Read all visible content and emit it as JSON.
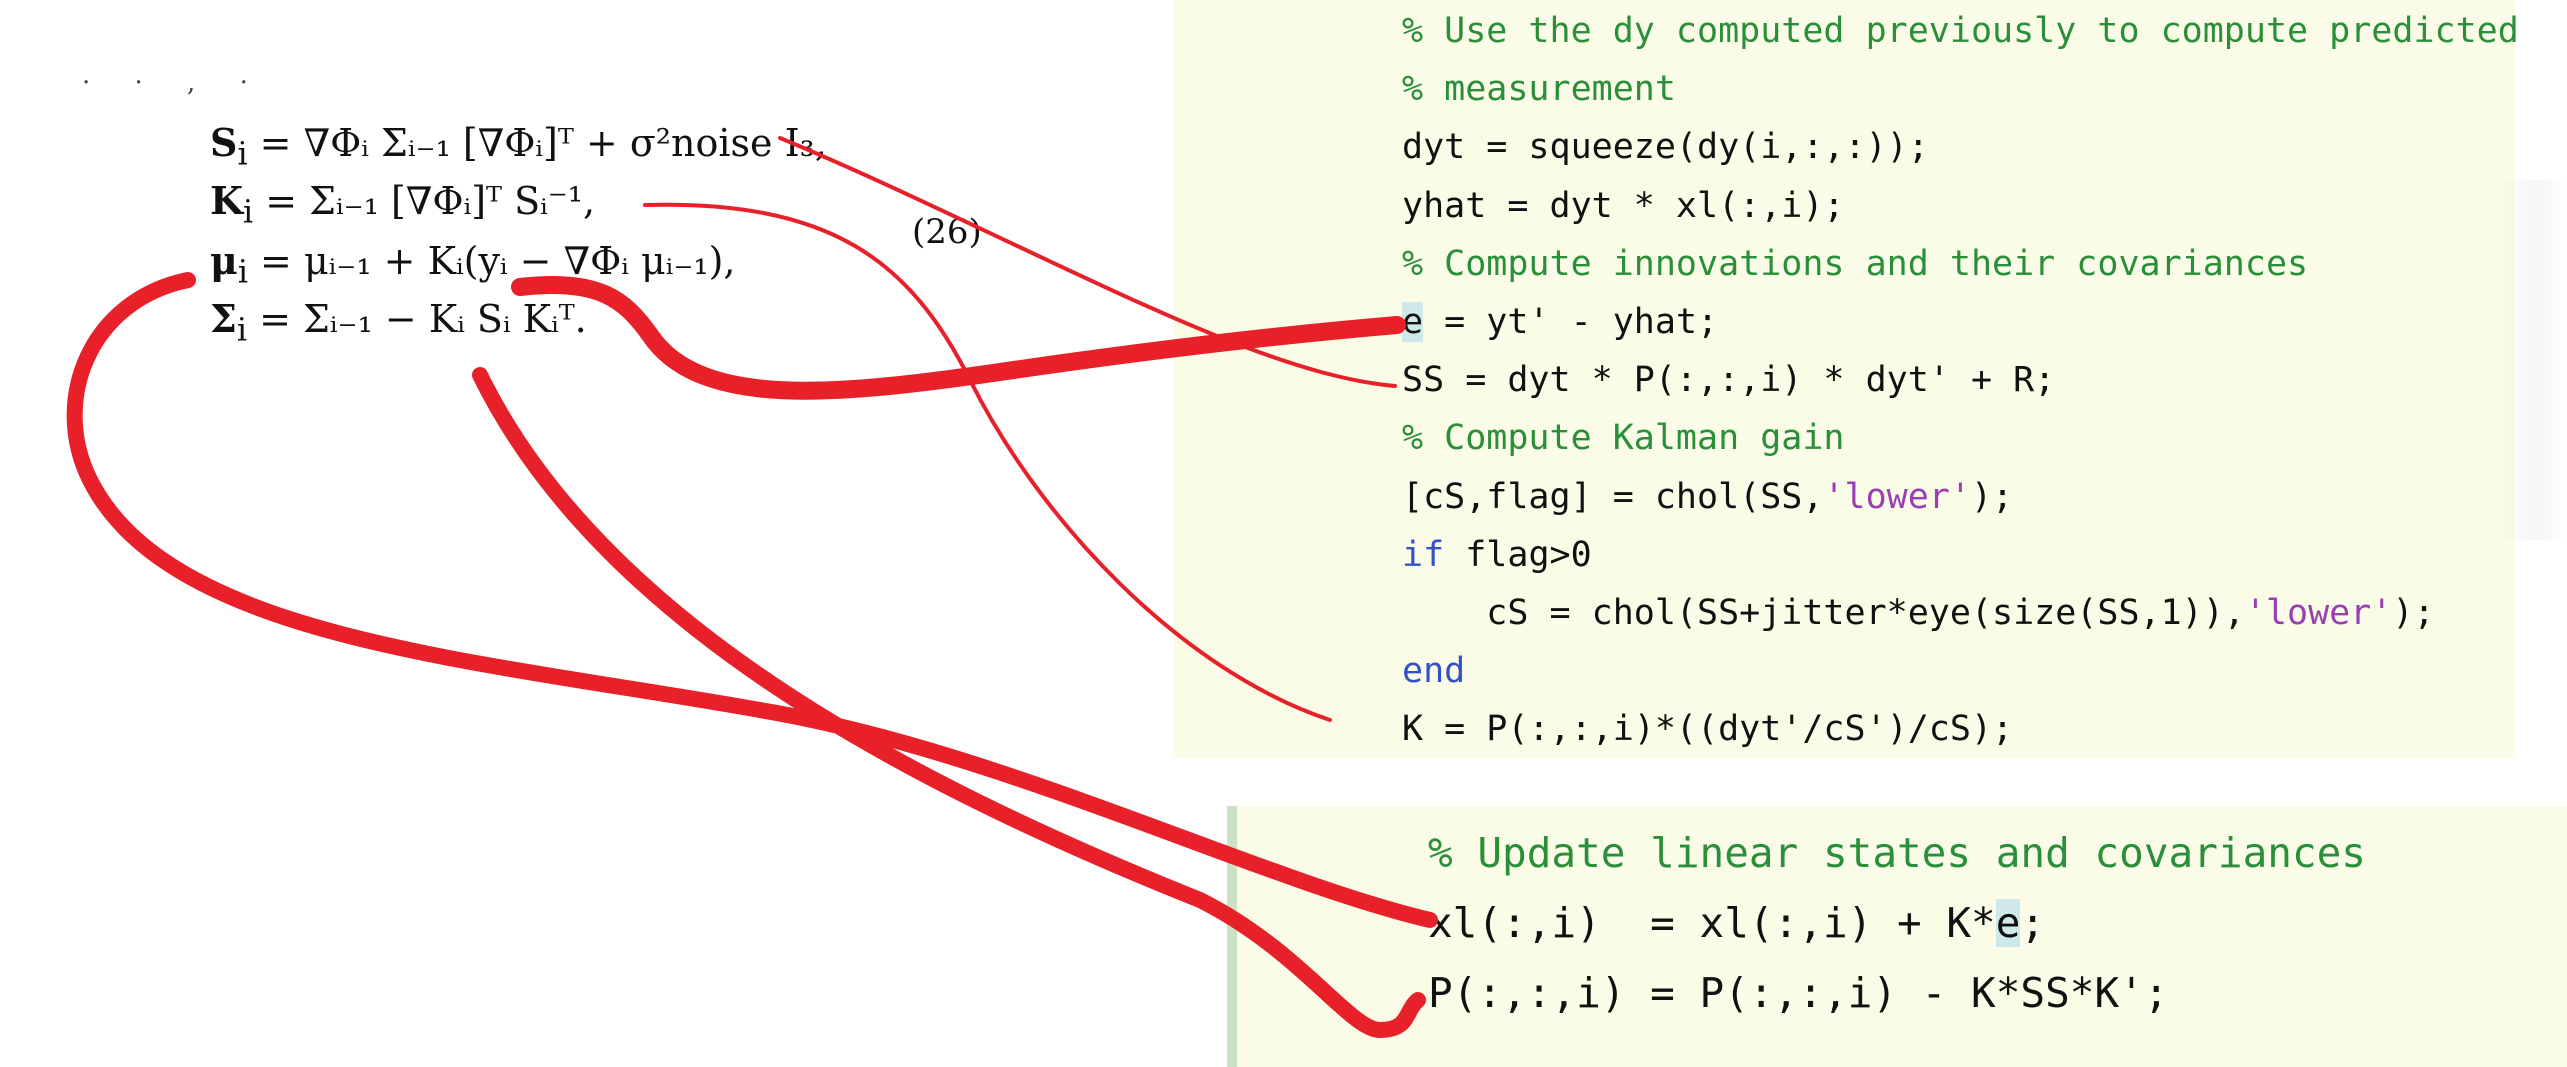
{
  "equations": {
    "number": "(26)",
    "lines": [
      {
        "lhs": "S",
        "sub": "i",
        "rhs": "= ∇Φᵢ Σᵢ₋₁ [∇Φᵢ]ᵀ + σ²noise I₃,"
      },
      {
        "lhs": "K",
        "sub": "i",
        "rhs": "= Σᵢ₋₁ [∇Φᵢ]ᵀ Sᵢ⁻¹,"
      },
      {
        "lhs": "μ",
        "sub": "i",
        "rhs": "= μᵢ₋₁ + Kᵢ(yᵢ − ∇Φᵢ μᵢ₋₁),"
      },
      {
        "lhs": "Σ",
        "sub": "i",
        "rhs": "= Σᵢ₋₁ − Kᵢ Sᵢ Kᵢᵀ."
      }
    ]
  },
  "code_panel_1": {
    "line_1": "% Use the dy computed previously to compute predicted",
    "line_2": "% measurement",
    "line_3": "dyt = squeeze(dy(i,:,:));",
    "line_4": "yhat = dyt * xl(:,i);",
    "line_5": "% Compute innovations and their covariances",
    "line_6_hl": "e",
    "line_6_rest": " = yt' - yhat;",
    "line_7": "SS = dyt * P(:,:,i) * dyt' + R;",
    "line_8": "% Compute Kalman gain",
    "line_9_a": "[cS,flag] = chol(SS,",
    "line_9_str": "'lower'",
    "line_9_b": ");",
    "line_10_kw": "if",
    "line_10_rest": " flag>0",
    "line_11_a": "    cS = chol(SS+jitter*eye(size(SS,1)),",
    "line_11_str": "'lower'",
    "line_11_b": ");",
    "line_12_kw": "end",
    "line_13": "K = P(:,:,i)*((dyt'/cS')/cS);"
  },
  "code_panel_2": {
    "line_1": "% Update linear states and covariances",
    "line_2_a": "xl(:,i)  = xl(:,i) + K*",
    "line_2_hl": "e",
    "line_2_b": ";",
    "line_3": "P(:,:,i) = P(:,:,i) - K*SS*K';"
  },
  "colors": {
    "annotation": "#e8202a",
    "panel_bg": "#fbfce7",
    "comment": "#2a8f3a",
    "keyword": "#3450c9",
    "string": "#9a3fb2",
    "highlight": "#cfe8ea"
  }
}
